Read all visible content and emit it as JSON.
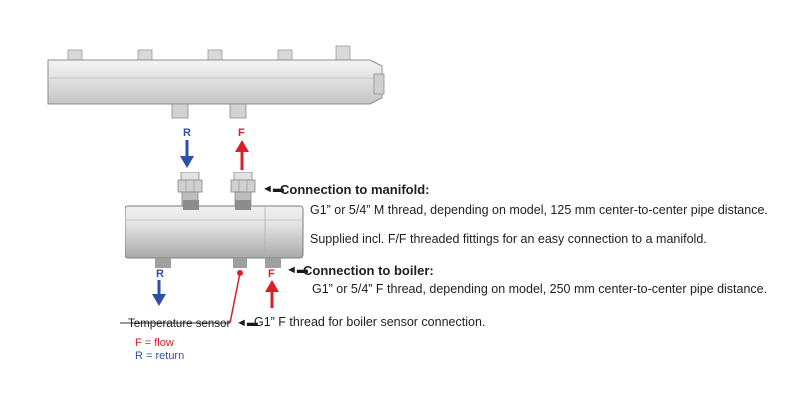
{
  "colors": {
    "return": "#2f4fa8",
    "flow": "#d8202a",
    "sensor_line": "#d8202a",
    "metal_light": "#e6e6e6",
    "metal_dark": "#9a9a9a"
  },
  "labels": {
    "top_return": "R",
    "top_flow": "F",
    "bottom_return": "R",
    "bottom_flow": "F"
  },
  "annotations": {
    "manifold_title": "Connection to manifold:",
    "manifold_line1": "G1” or 5/4” M thread, depending on model, 125 mm center-to-center pipe distance.",
    "manifold_line2": "Supplied incl. F/F threaded fittings for an easy connection to a manifold.",
    "boiler_title": "Connection to boiler:",
    "boiler_line1": "G1” or 5/4” F thread, depending on model, 250 mm center-to-center pipe distance.",
    "sensor_note": "G1” F thread for boiler sensor connection.",
    "temp_sensor": "Temperature sensor"
  },
  "legend": {
    "flow": "F = flow",
    "return": "R = return"
  },
  "icons": {
    "pointer": "left-pointing-hand-arrow"
  }
}
